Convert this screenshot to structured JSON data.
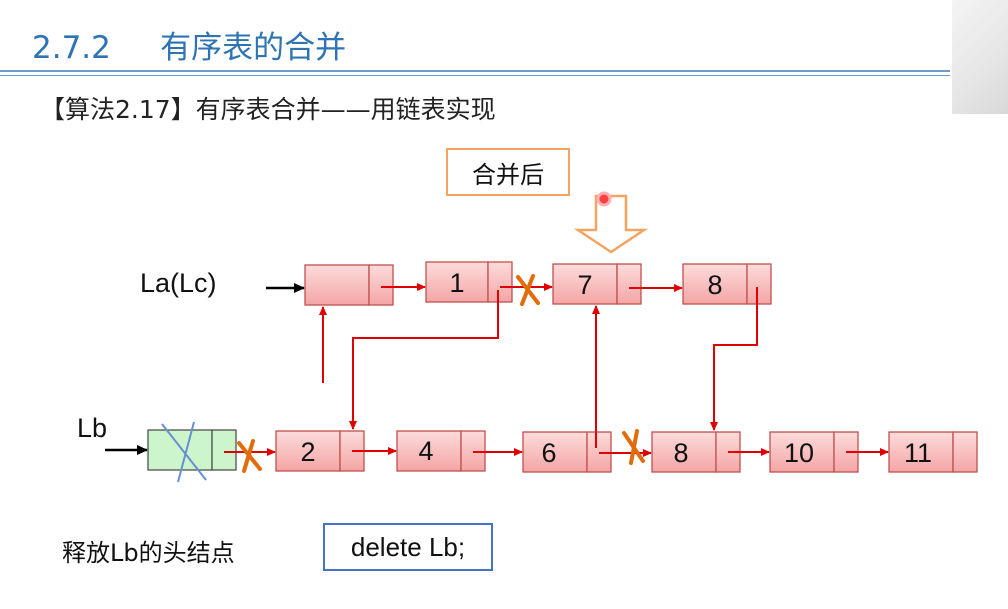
{
  "header": {
    "section_title": "2.7.2     有序表的合并"
  },
  "subtitle": "【算法2.17】有序表合并——用链表实现",
  "callout": {
    "label": "合并后"
  },
  "lists": {
    "la": {
      "label": "La(Lc)",
      "nodes": [
        "",
        "1",
        "7",
        "8"
      ]
    },
    "lb": {
      "label": "Lb",
      "nodes": [
        "2",
        "4",
        "6",
        "8",
        "10",
        "11"
      ]
    }
  },
  "footer": {
    "label": "释放Lb的头结点",
    "code": "delete Lb;"
  },
  "colors": {
    "pointer_red": "#E00000",
    "node_fill": "#F8B7B7",
    "head_fill": "#CCF5CC",
    "title_blue": "#2E74B5",
    "cross_orange": "#E36C0A",
    "callout_border": "#F4A460",
    "code_border": "#4472C4"
  }
}
